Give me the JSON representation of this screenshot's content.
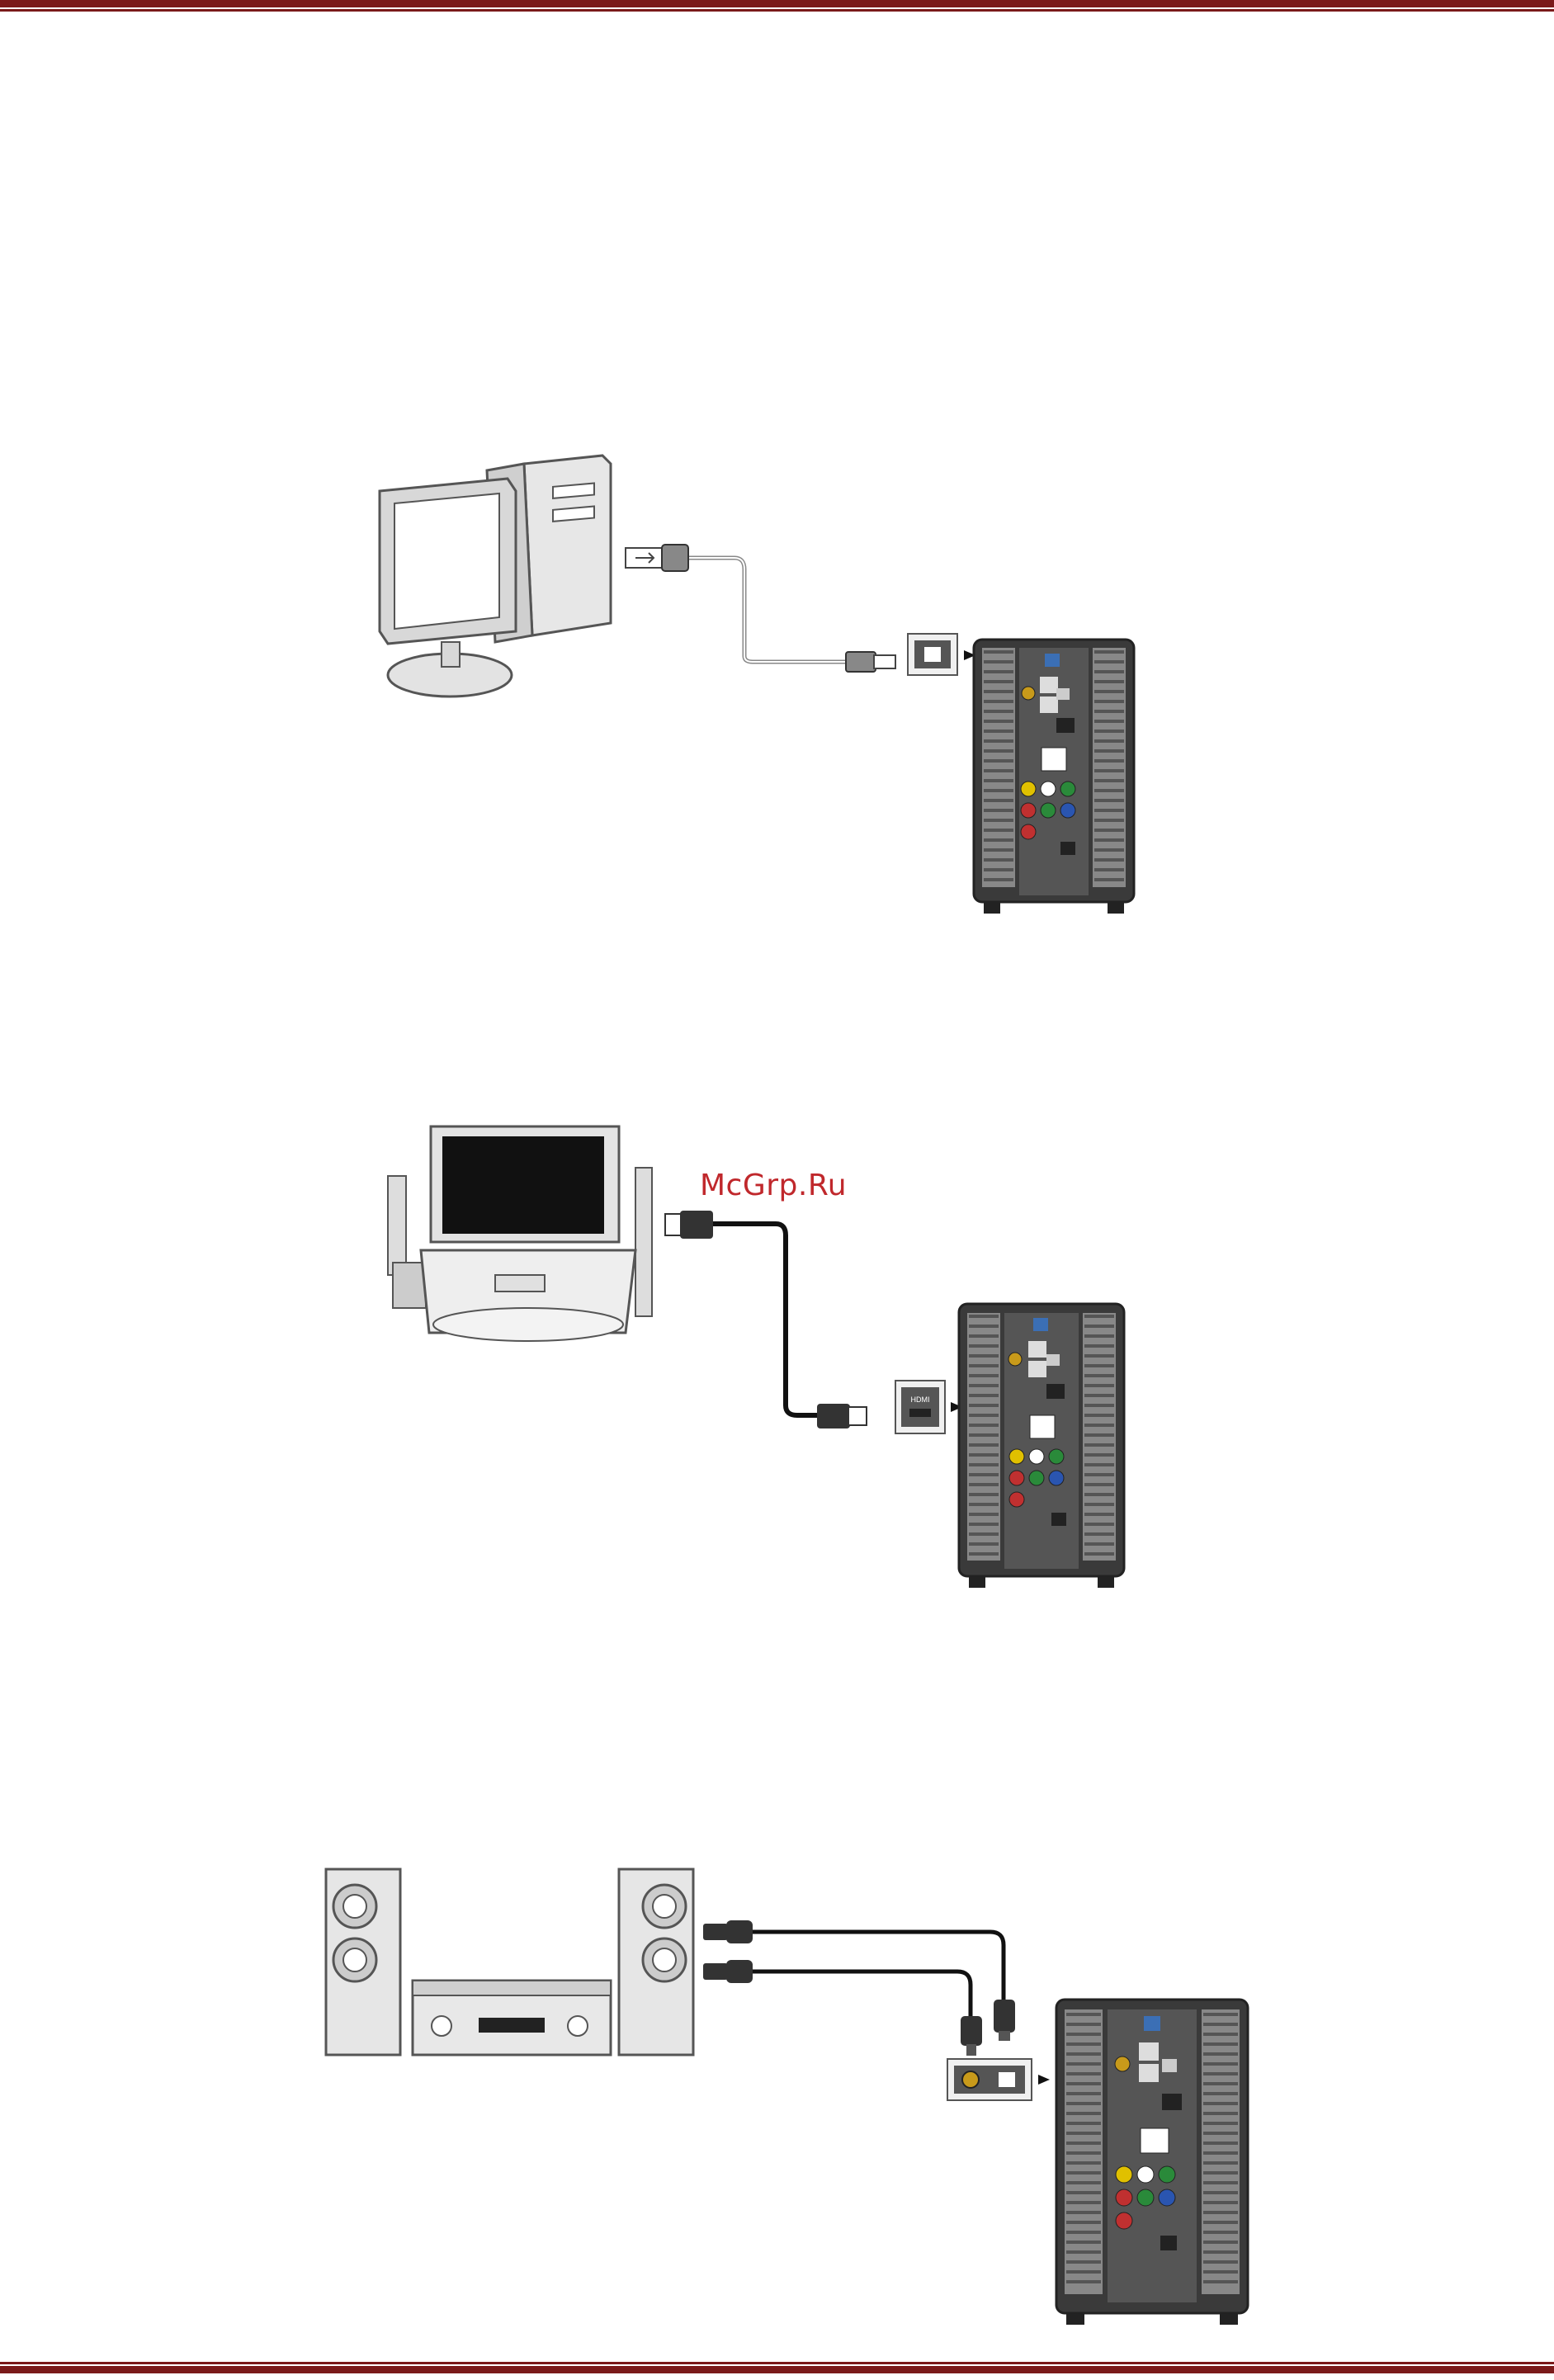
{
  "watermark": {
    "text": "McGrp.Ru"
  },
  "colors": {
    "rule": "#7a1a1a",
    "watermark": "#c0282c"
  },
  "figures": [
    {
      "id": "usb",
      "icon": "computer-icon",
      "device": "media-player-icon",
      "connector": "usb-connector-icon"
    },
    {
      "id": "hdmi",
      "icon": "tv-icon",
      "device": "media-player-icon",
      "connector": "hdmi-connector-icon",
      "port_label": "HDMI"
    },
    {
      "id": "audio",
      "icon": "stereo-icon",
      "device": "media-player-icon",
      "connector": "audio-connector-icon"
    }
  ]
}
